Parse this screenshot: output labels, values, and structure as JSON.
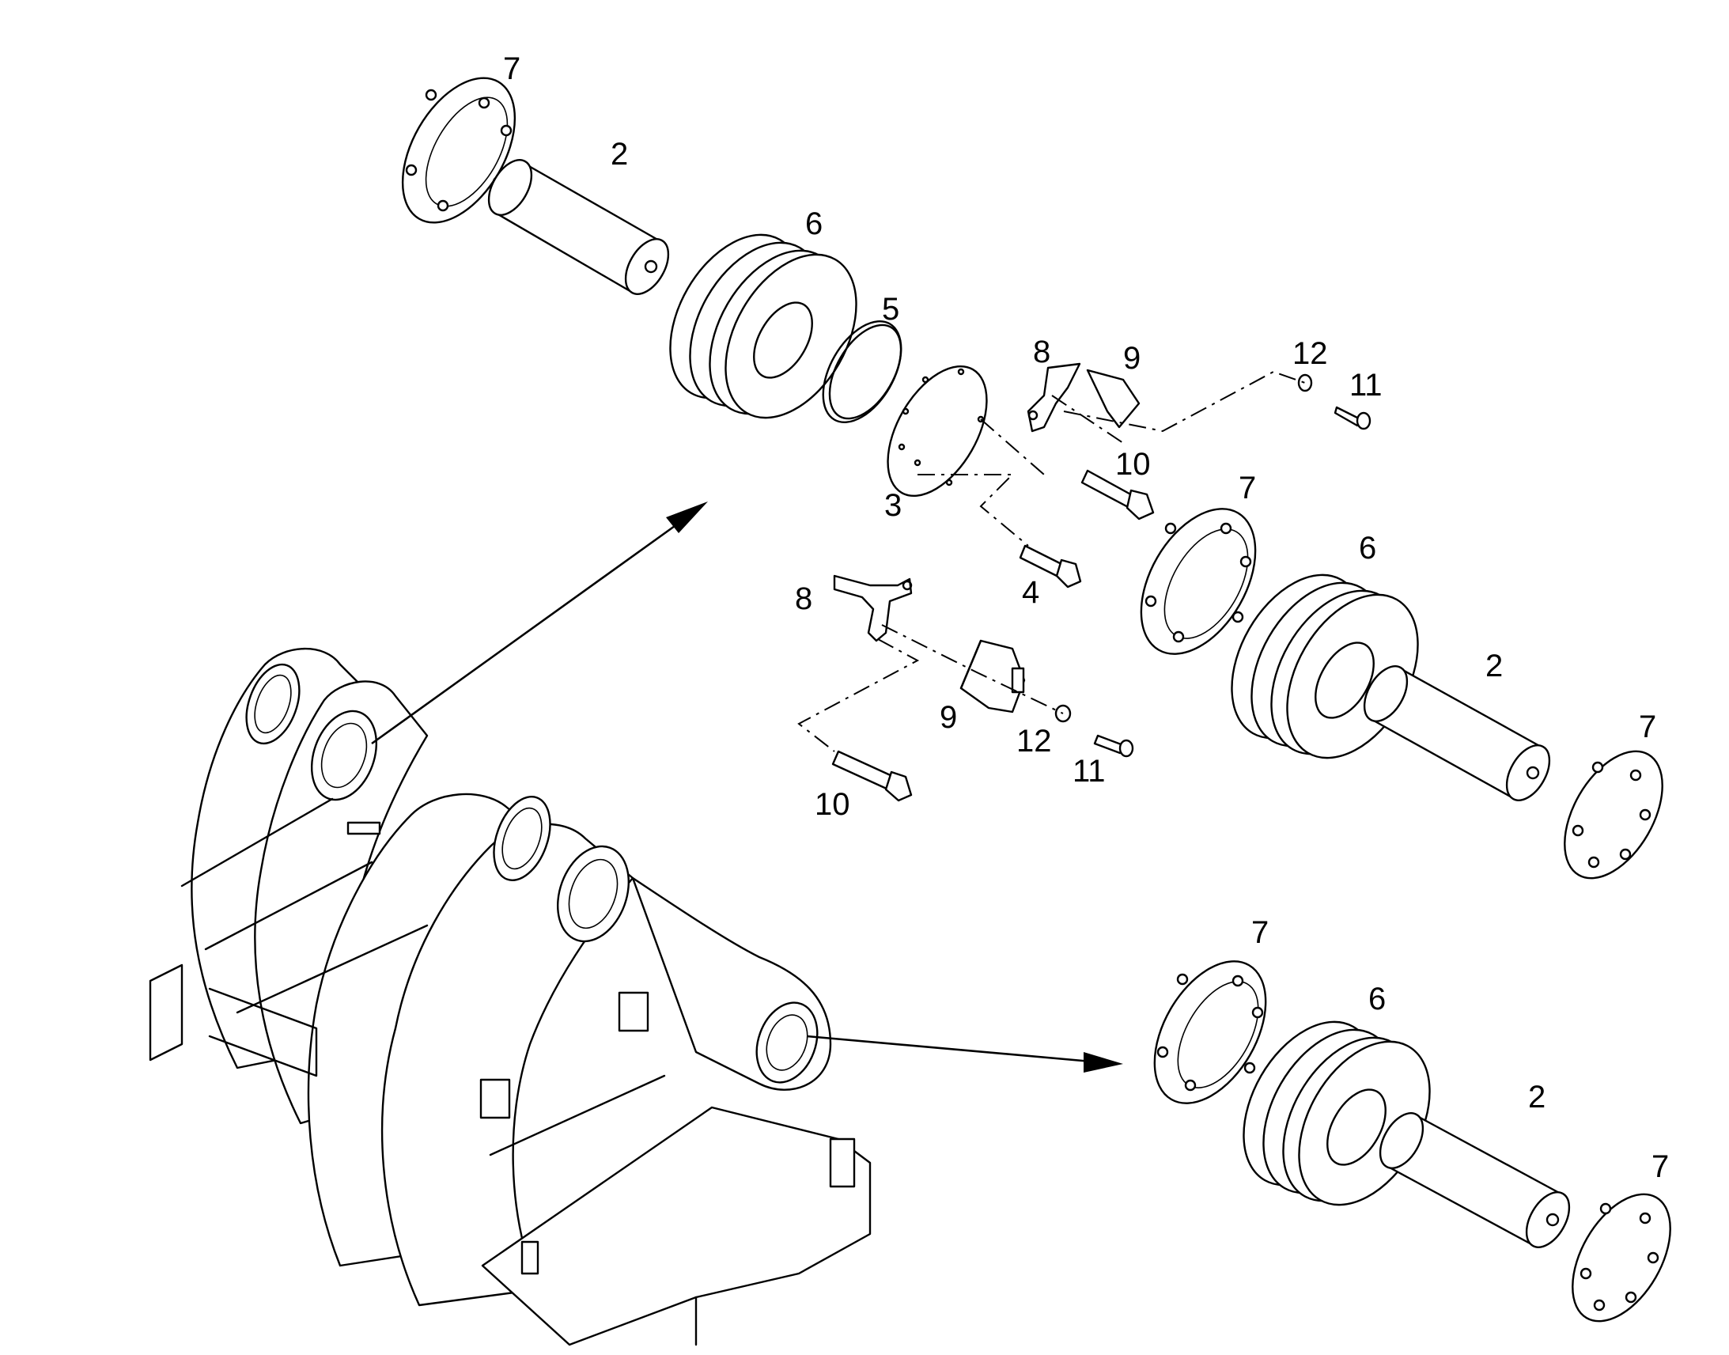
{
  "callouts": {
    "a7": "7",
    "a2": "2",
    "a6": "6",
    "a5": "5",
    "a8": "8",
    "a9": "9",
    "a12": "12",
    "a11": "11",
    "a10": "10",
    "a3": "3",
    "b7": "7",
    "b6": "6",
    "a4": "4",
    "c8": "8",
    "b2": "2",
    "b7r": "7",
    "c9": "9",
    "c12": "12",
    "c11": "11",
    "c10": "10",
    "d7": "7",
    "d6": "6",
    "d2": "2",
    "d7r": "7"
  },
  "colors": {
    "line": "#000000",
    "background": "#ffffff"
  }
}
